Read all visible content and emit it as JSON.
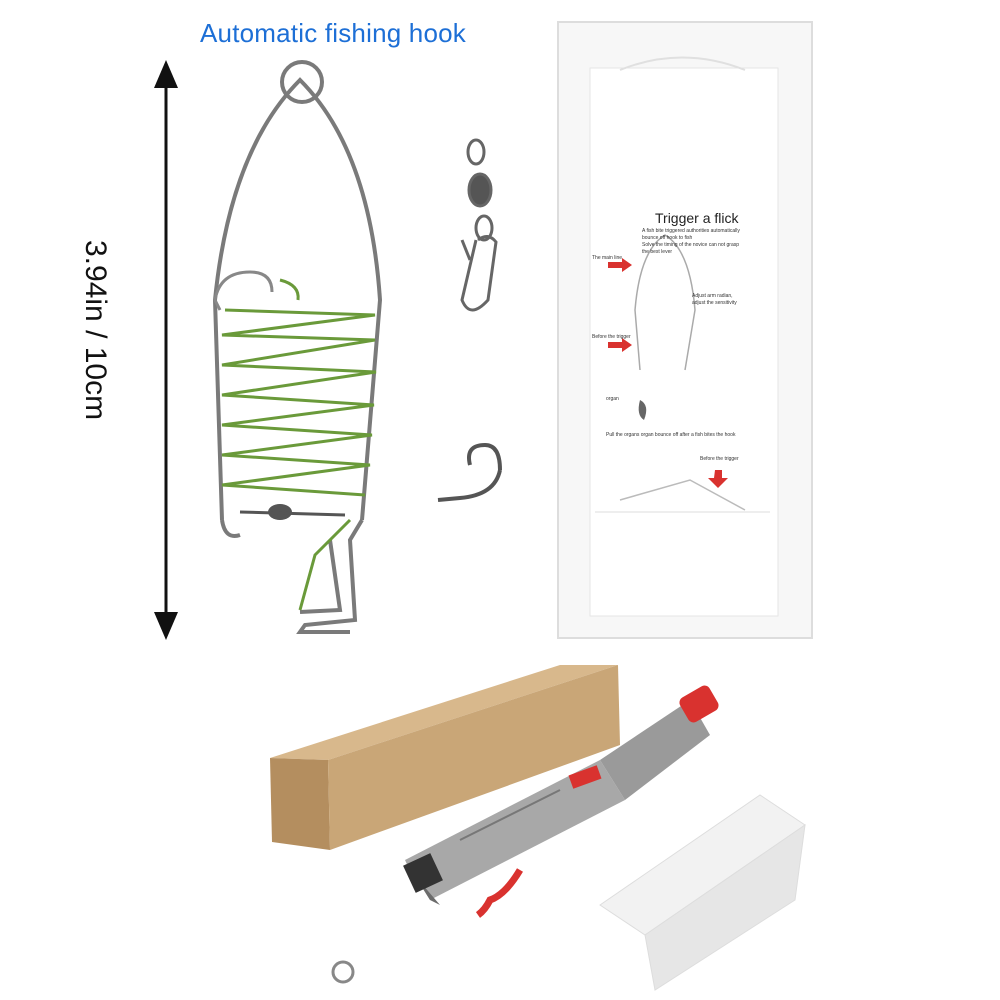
{
  "title": "Automatic fishing hook",
  "dimension_label": "3.94in / 10cm",
  "instruction_card": {
    "heading": "Trigger a flick",
    "lines": [
      "A fish bite triggered authorities automatically",
      "bounce off hook to fish",
      "Solve the timing of the novice can not grasp",
      "the best lever"
    ],
    "labels": {
      "main_line": "The main line",
      "adjust_arm": "Adjust arm radian,",
      "adjust_arm_2": "adjust the sensitivity",
      "before_trigger": "Before the trigger",
      "organ": "organ",
      "pull_organ": "Pull the organs organ bounce off after a fish bites the hook",
      "before_trigger_2": "Before the trigger"
    }
  },
  "colors": {
    "title_blue": "#1d6fd6",
    "line_green": "#6a9a3a",
    "wire_grey": "#7a7a7a",
    "box_kraft": "#c9a677",
    "accent_red": "#d9322f",
    "metal": "#a8a8a8"
  }
}
